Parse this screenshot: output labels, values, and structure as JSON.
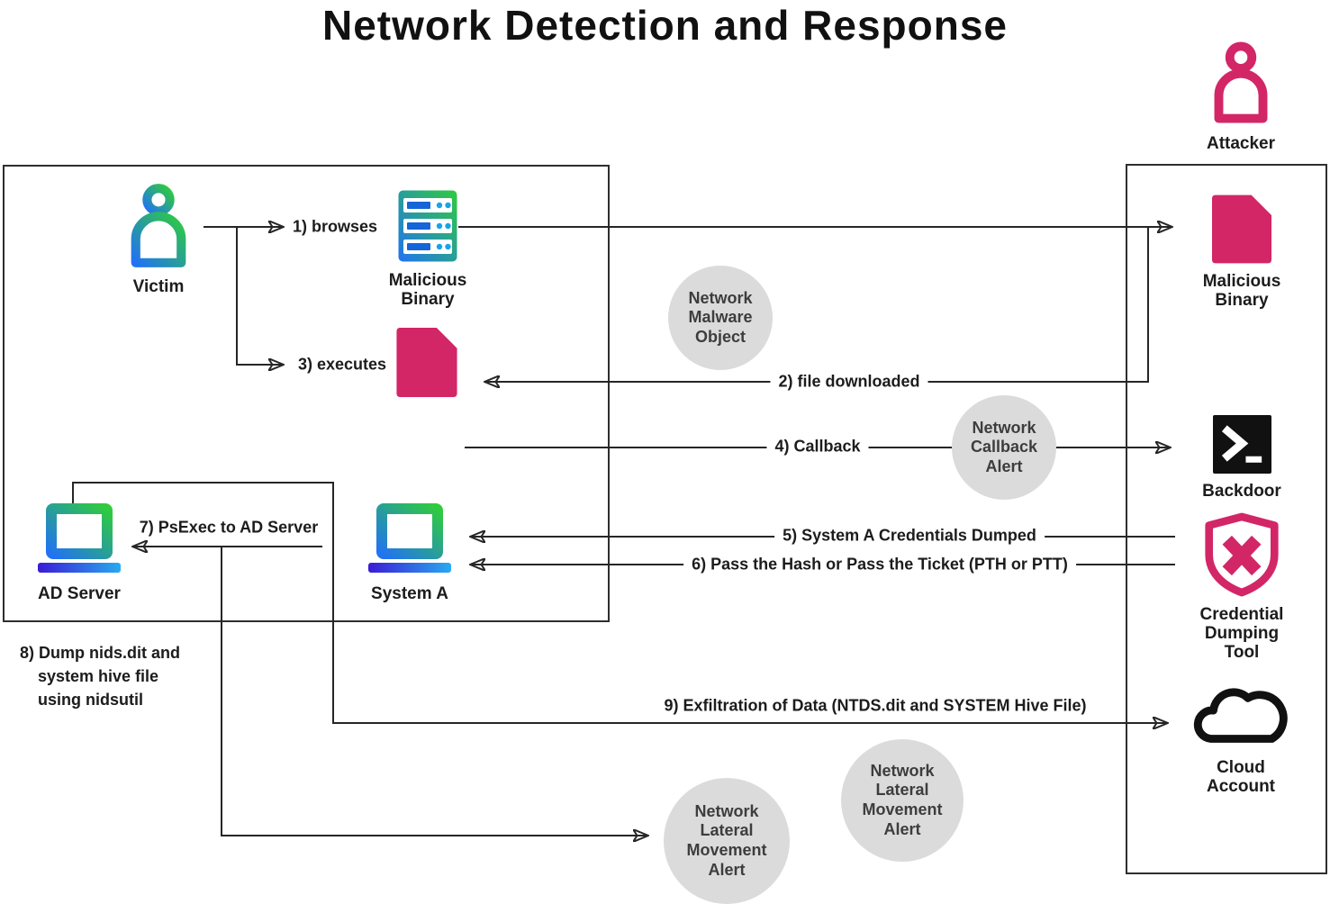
{
  "title": "Network Detection and Response",
  "colors": {
    "pink": "#D22667",
    "green": "#2FCB3F",
    "blue": "#2273F1",
    "black_icon": "#111111",
    "alert_circle_gray": "#DBDBDB",
    "line": "#262626"
  },
  "nodes": {
    "attacker": {
      "label": "Attacker",
      "icon": "person-icon"
    },
    "victim": {
      "label": "Victim",
      "icon": "person-icon"
    },
    "malicious_binary_server": {
      "label": "Malicious\nBinary",
      "icon": "server-icon"
    },
    "dropped_file": {
      "icon": "document-icon"
    },
    "ad_server": {
      "label": "AD Server",
      "icon": "laptop-icon"
    },
    "system_a": {
      "label": "System A",
      "icon": "laptop-icon"
    },
    "malicious_binary_attacker": {
      "label": "Malicious\nBinary",
      "icon": "document-icon"
    },
    "backdoor": {
      "label": "Backdoor",
      "icon": "terminal-icon"
    },
    "credential_dumping_tool": {
      "label": "Credential\nDumping\nTool",
      "icon": "shield-x-icon"
    },
    "cloud_account": {
      "label": "Cloud\nAccount",
      "icon": "cloud-icon"
    }
  },
  "edges": {
    "step1": "1) browses",
    "step2": "2) file downloaded",
    "step3": "3) executes",
    "step4": "4) Callback",
    "step5": "5) System A Credentials Dumped",
    "step6": "6) Pass the Hash or Pass the Ticket (PTH or PTT)",
    "step7": "7) PsExec to AD Server",
    "step8": "8) Dump nids.dit and\n    system hive file\n    using nidsutil",
    "step9": "9) Exfiltration of Data (NTDS.dit and SYSTEM Hive File)"
  },
  "alerts": {
    "network_malware_object": "Network\nMalware\nObject",
    "network_callback_alert": "Network\nCallback\nAlert",
    "network_lateral_movement_alert_1": "Network\nLateral\nMovement\nAlert",
    "network_lateral_movement_alert_2": "Network\nLateral\nMovement\nAlert"
  }
}
